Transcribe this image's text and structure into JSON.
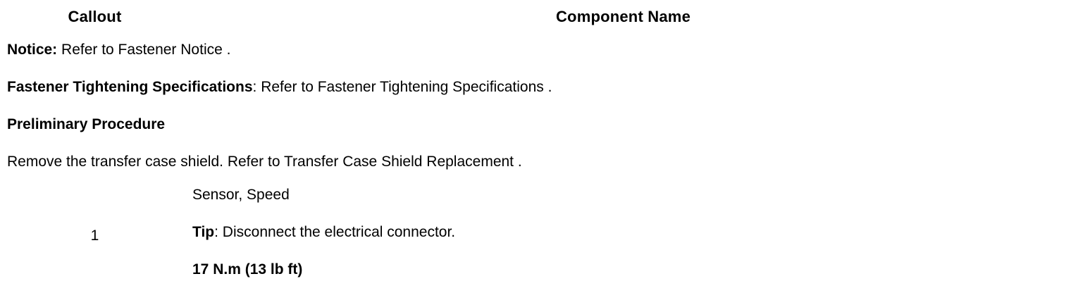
{
  "table": {
    "headers": {
      "callout": "Callout",
      "component_name": "Component Name"
    },
    "notice_block": [
      {
        "id": "notice",
        "lead": "Notice:",
        "lead_bold": true,
        "colon_bold": true,
        "rest": " Refer to Fastener Notice ."
      },
      {
        "id": "fastener-tightening-specifications",
        "lead": "Fastener Tightening Specifications",
        "lead_bold": true,
        "colon_bold": false,
        "colon": ":",
        "rest": " Refer to Fastener Tightening Specifications ."
      },
      {
        "id": "preliminary-procedure",
        "lead": "Preliminary Procedure",
        "lead_bold": true,
        "colon_bold": false,
        "colon": "",
        "rest": ""
      },
      {
        "id": "preliminary-step",
        "lead": "",
        "lead_bold": false,
        "colon": "",
        "rest": "Remove the transfer case shield. Refer to Transfer Case Shield Replacement ."
      }
    ],
    "rows": [
      {
        "callout": "1",
        "component": "Sensor, Speed",
        "tip_lead": "Tip",
        "tip_colon": ":",
        "tip_text": " Disconnect the electrical connector.",
        "torque": "17 N.m (13 lb ft)"
      }
    ]
  },
  "colors": {
    "rule": "#000000",
    "text": "#000000",
    "page_background": "#ffffff"
  }
}
